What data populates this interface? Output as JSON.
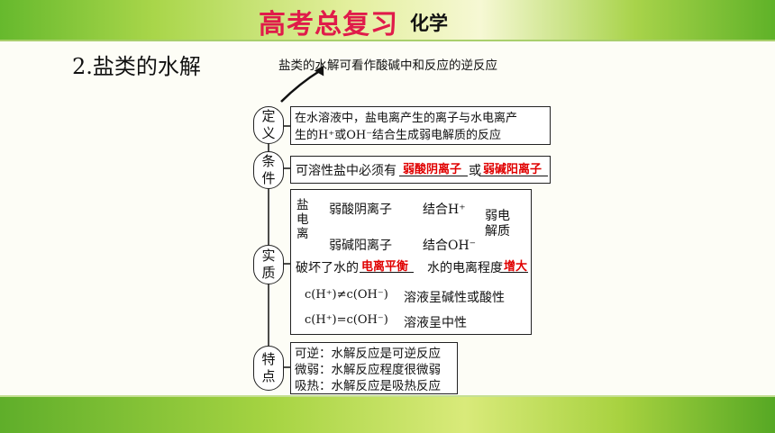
{
  "header": {
    "title": "高考总复习",
    "subject": "化学"
  },
  "section_title": "2.盐类的水解",
  "top_note": "盐类的水解可看作酸碱中和反应的逆反应",
  "nodes": {
    "definition": "定义",
    "condition": "条件",
    "essence": "实质",
    "feature": "特点"
  },
  "definition_box": {
    "line1": "在水溶液中，盐电离产生的离子与水电离产",
    "line2": "生的H⁺或OH⁻结合生成弱电解质的反应"
  },
  "condition_box": {
    "prefix": "可溶性盐中必须有",
    "answer1": "弱酸阴离子",
    "connector": "或",
    "answer2": "弱碱阳离子"
  },
  "essence_box": {
    "salt_ionization": "盐电离",
    "branch1_ion": "弱酸阴离子",
    "branch1_result": "结合H⁺",
    "branch2_ion": "弱碱阳离子",
    "branch2_result": "结合OH⁻",
    "weak_electrolyte": "弱电解质",
    "break_prefix": "破坏了水的",
    "answer_equilibrium": "电离平衡",
    "effect_text": "水的电离程度",
    "answer_increase": "增大",
    "case1_cond": "c(H⁺)≠c(OH⁻)",
    "case1_result": "溶液呈碱性或酸性",
    "case2_cond": "c(H⁺)=c(OH⁻)",
    "case2_result": "溶液呈中性"
  },
  "feature_box": {
    "line1": "可逆：水解反应是可逆反应",
    "line2": "微弱：水解反应程度很微弱",
    "line3": "吸热：水解反应是吸热反应"
  }
}
